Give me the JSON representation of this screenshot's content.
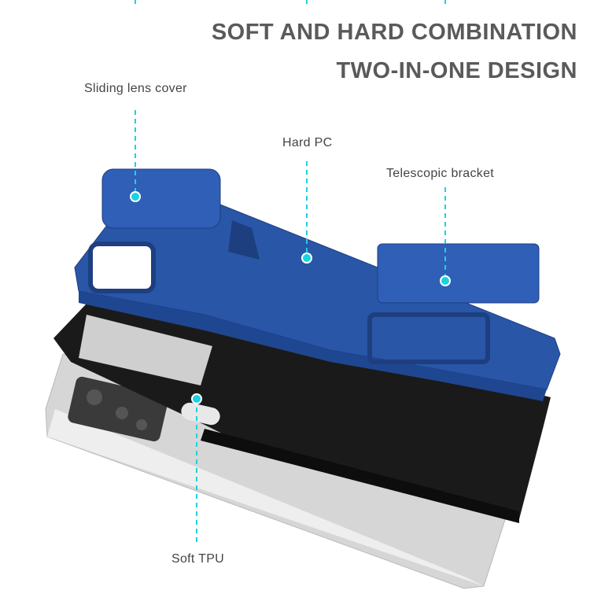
{
  "headline": {
    "line1": "SOFT AND HARD COMBINATION",
    "line2": "TWO-IN-ONE DESIGN"
  },
  "callouts": {
    "lens_cover": "Sliding lens cover",
    "hard_pc": "Hard PC",
    "bracket": "Telescopic bracket",
    "soft_tpu": "Soft TPU"
  },
  "colors": {
    "accent": "#19d3e0",
    "case_blue": "#2a56a8",
    "tpu_black": "#1a1a1a",
    "phone_silver": "#d8d8d8",
    "heading": "#5a5a5a"
  }
}
